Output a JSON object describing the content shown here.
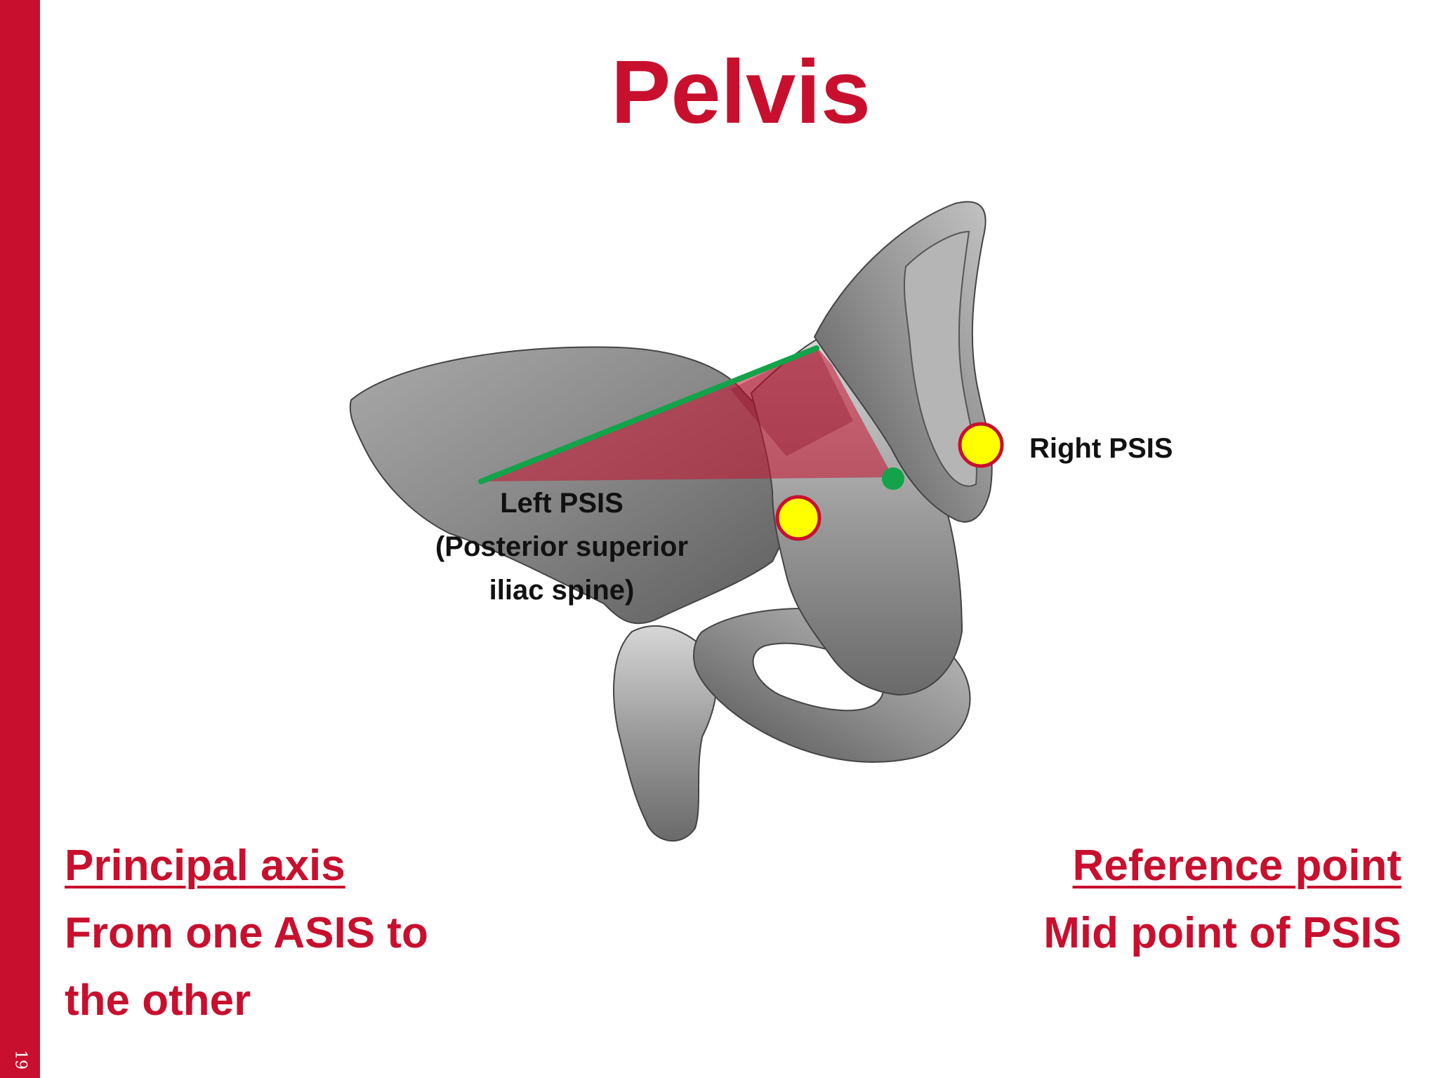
{
  "slide": {
    "number": "19",
    "title": "Pelvis",
    "accent_color": "#c8102e"
  },
  "figure": {
    "left_label_lines": [
      "Left PSIS",
      "(Posterior superior",
      "iliac spine)"
    ],
    "right_label": "Right PSIS",
    "marker_colors": {
      "landmark_fill": "#ffff00",
      "landmark_stroke": "#c8102e",
      "axis_line": "#13a34a",
      "reference_point": "#13a34a",
      "plane_fill": "#c8102e"
    }
  },
  "captions": {
    "left_heading": "Principal axis",
    "left_body_line1": "From one ASIS to",
    "left_body_line2": "the other",
    "right_heading": "Reference point",
    "right_body": "Mid point of PSIS"
  }
}
